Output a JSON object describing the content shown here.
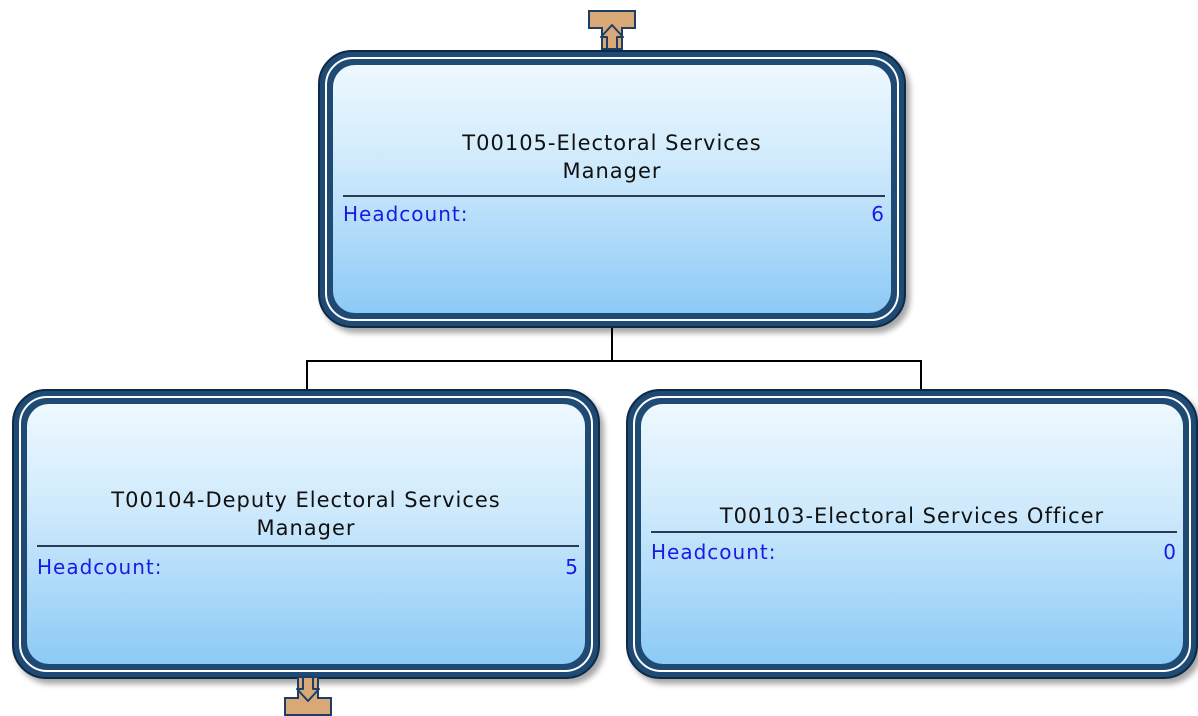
{
  "colors": {
    "card_border": "#1e4a74",
    "card_fill_top": "#eef8fe",
    "card_fill_bottom": "#8ccaf6",
    "metric_text": "#1a1ae6",
    "arrow_fill": "#d9a877",
    "arrow_stroke": "#1e3e66"
  },
  "nav": {
    "up_icon": "arrow-up-icon",
    "down_icon": "arrow-down-icon"
  },
  "root": {
    "title": "T00105-Electoral Services Manager",
    "metric_label": "Headcount:",
    "metric_value": "6"
  },
  "children": [
    {
      "title": "T00104-Deputy Electoral Services Manager",
      "metric_label": "Headcount:",
      "metric_value": "5"
    },
    {
      "title": "T00103-Electoral Services Officer",
      "metric_label": "Headcount:",
      "metric_value": "0"
    }
  ]
}
